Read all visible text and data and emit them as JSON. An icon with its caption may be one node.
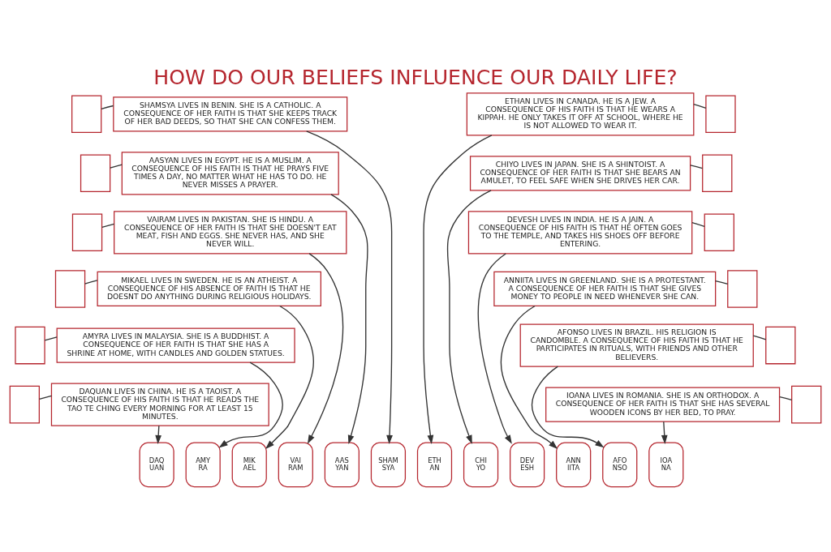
{
  "diagram": {
    "title": "HOW DO OUR BELIEFS INFLUENCE OUR DAILY LIFE?",
    "nodes": [
      {
        "text": [
          "SHAMSYA LIVES IN BENIN. SHE IS A CATHOLIC. A CONSEQUENCE OF HER FAITH IS THAT SHE KEEPS TRACK OF HER BAD DEEDS, SO THAT SHE CAN CONFESS THEM."
        ]
      },
      {
        "text": [
          "AASYAN LIVES IN EGYPT. HE IS A MUSLIM. A CONSEQUENCE OF HIS FAITH IS THAT HE PRAYS FIVE TIMES A DAY, NO MATTER WHAT HE HAS TO DO. HE NEVER MISSES A PRAYER."
        ]
      },
      {
        "text": [
          "VAIRAM LIVES IN PAKISTAN. SHE IS HINDU. A CONSEQUENCE OF HER FAITH IS THAT SHE DOESN'T EAT MEAT, FISH AND EGGS. SHE NEVER HAS, AND SHE NEVER WILL."
        ]
      },
      {
        "text": [
          "MIKAEL LIVES IN SWEDEN. HE IS AN ATHEIST. A CONSEQUENCE OF HIS ABSENCE OF FAITH IS THAT HE DOESNT DO ANYTHING DURING RELIGIOUS HOLIDAYS."
        ]
      },
      {
        "text": [
          "AMYRA LIVES IN MALAYSIA. SHE IS A BUDDHIST. A CONSEQUENCE OF HER FAITH IS THAT SHE HAS A SHRINE AT HOME, WITH CANDLES AND GOLDEN STATUES."
        ]
      },
      {
        "text": [
          "DAQUAN LIVES IN CHINA. HE IS A TAOIST. A CONSEQUENCE OF HIS FAITH IS THAT HE READS THE TAO TE CHING EVERY MORNING FOR AT LEAST 15 MINUTES."
        ]
      },
      {
        "text": [
          "ETHAN LIVES IN CANADA. HE IS A JEW. A CONSEQUENCE OF HIS FAITH IS THAT HE WEARS A KIPPAH. HE ONLY TAKES IT OFF AT SCHOOL, WHERE HE IS NOT ALLOWED TO WEAR IT."
        ]
      },
      {
        "text": [
          "CHIYO LIVES IN JAPAN. SHE IS A SHINTOIST. A CONSEQUENCE OF HER FAITH IS THAT SHE BEARS AN AMULET, TO FEEL SAFE WHEN SHE DRIVES HER CAR."
        ]
      },
      {
        "text": [
          "DEVESH LIVES IN INDIA. HE IS A JAIN. A CONSEQUENCE OF HIS FAITH IS THAT HE OFTEN GOES TO THE TEMPLE, AND TAKES HIS SHOES OFF BEFORE ENTERING."
        ]
      },
      {
        "text": [
          "ANNIITA LIVES IN GREENLAND. SHE IS A PROTESTANT. A CONSEQUENCE OF HER FAITH IS THAT SHE GIVES MONEY TO PEOPLE IN NEED WHENEVER SHE CAN."
        ]
      },
      {
        "text": [
          "AFONSO LIVES IN BRAZIL. HIS RELIGION IS CANDOMBLE. A CONSEQUENCE OF HIS FAITH IS THAT HE PARTICIPATES IN RITUALS, WITH FRIENDS AND OTHER BELIEVERS."
        ]
      },
      {
        "text": [
          "IOANA LIVES IN ROMANIA. SHE IS AN ORTHODOX. A CONSEQUENCE OF HER FAITH IS THAT SHE HAS SEVERAL WOODEN ICONS BY HER BED, TO PRAY."
        ]
      },
      {
        "text": [],
        "shape": "box"
      },
      {
        "text": [],
        "shape": "box"
      },
      {
        "text": [],
        "shape": "box"
      },
      {
        "text": [],
        "shape": "box"
      },
      {
        "text": [],
        "shape": "box"
      },
      {
        "text": [],
        "shape": "box"
      },
      {
        "text": [],
        "shape": "box"
      },
      {
        "text": [],
        "shape": "box"
      },
      {
        "text": [],
        "shape": "box"
      },
      {
        "text": [],
        "shape": "box"
      },
      {
        "text": [],
        "shape": "box"
      },
      {
        "text": [],
        "shape": "box"
      },
      {
        "text": [
          "DAQ UAN"
        ]
      },
      {
        "text": [
          "AMY RA"
        ]
      },
      {
        "text": [
          "MIK AEL"
        ]
      },
      {
        "text": [
          "VAI RAM"
        ]
      },
      {
        "text": [
          "AAS YAN"
        ]
      },
      {
        "text": [
          "SHAM SYA"
        ]
      },
      {
        "text": [
          "ETH AN"
        ]
      },
      {
        "text": [
          "CHI YO"
        ]
      },
      {
        "text": [
          "DEV ESH"
        ]
      },
      {
        "text": [
          "ANN IITA"
        ]
      },
      {
        "text": [
          "AFO NSO"
        ]
      },
      {
        "text": [
          "IOA NA"
        ]
      }
    ],
    "edges": [
      {
        "from": 12,
        "to": 0,
        "arrow": "none"
      },
      {
        "from": 13,
        "to": 1,
        "arrow": "none"
      },
      {
        "from": 14,
        "to": 2,
        "arrow": "none"
      },
      {
        "from": 15,
        "to": 3,
        "arrow": "none"
      },
      {
        "from": 16,
        "to": 4,
        "arrow": "none"
      },
      {
        "from": 17,
        "to": 5,
        "arrow": "none"
      },
      {
        "from": 18,
        "to": 6,
        "arrow": "none"
      },
      {
        "from": 19,
        "to": 7,
        "arrow": "none"
      },
      {
        "from": 20,
        "to": 8,
        "arrow": "none"
      },
      {
        "from": 21,
        "to": 9,
        "arrow": "none"
      },
      {
        "from": 22,
        "to": 10,
        "arrow": "none"
      },
      {
        "from": 23,
        "to": 11,
        "arrow": "none"
      },
      {
        "from": 0,
        "to": 29,
        "arrow": "to"
      },
      {
        "from": 1,
        "to": 28,
        "arrow": "to"
      },
      {
        "from": 2,
        "to": 27,
        "arrow": "to"
      },
      {
        "from": 3,
        "to": 26,
        "arrow": "to"
      },
      {
        "from": 4,
        "to": 25,
        "arrow": "to"
      },
      {
        "from": 5,
        "to": 24,
        "arrow": "to"
      },
      {
        "from": 6,
        "to": 30,
        "arrow": "to"
      },
      {
        "from": 7,
        "to": 31,
        "arrow": "to"
      },
      {
        "from": 8,
        "to": 32,
        "arrow": "to"
      },
      {
        "from": 9,
        "to": 33,
        "arrow": "to"
      },
      {
        "from": 10,
        "to": 34,
        "arrow": "to"
      },
      {
        "from": 11,
        "to": 35,
        "arrow": "to"
      }
    ]
  }
}
